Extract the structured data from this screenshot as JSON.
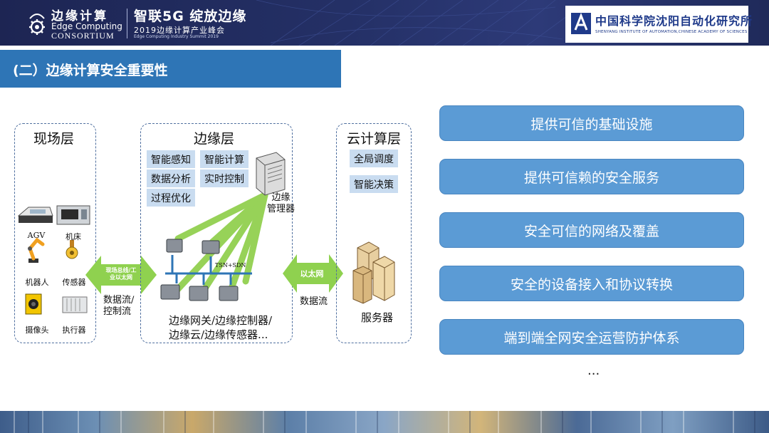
{
  "header": {
    "org_cn": "边缘计算",
    "org_en1": "Edge Computing",
    "org_en2": "CONSORTIUM",
    "slogan": "智联5G  绽放边缘",
    "summit_cn": "2019边缘计算产业峰会",
    "summit_en": "Edge Computing Industry Summit 2019",
    "institute_cn": "中国科学院沈阳自动化研究所",
    "institute_en": "SHENYANG INSTITUTE OF AUTOMATION,CHINESE ACADEMY OF SCIENCES"
  },
  "section_title": "(二）边缘计算安全重要性",
  "diagram": {
    "field_layer": {
      "title": "现场层",
      "devices": [
        "AGV",
        "机床",
        "机器人",
        "传感器",
        "摄像头",
        "执行器"
      ]
    },
    "edge_layer": {
      "title": "边缘层",
      "tags": [
        "智能感知",
        "智能计算",
        "数据分析",
        "实时控制",
        "过程优化"
      ],
      "manager_label_1": "边缘",
      "manager_label_2": "管理器",
      "tsn_label": "TSN+SDN",
      "caption_1": "边缘网关/边缘控制器/",
      "caption_2": "边缘云/边缘传感器..."
    },
    "cloud_layer": {
      "title": "云计算层",
      "tags": [
        "全局调度",
        "智能决策"
      ],
      "server_label": "服务器"
    },
    "left_arrow": {
      "label_1": "现场总线/工",
      "label_2": "业以太网",
      "flow_1": "数据流/",
      "flow_2": "控制流"
    },
    "right_arrow": {
      "label": "以太网",
      "flow": "数据流"
    }
  },
  "features": [
    "提供可信的基础设施",
    "提供可信赖的安全服务",
    "安全可信的网络及覆盖",
    "安全的设备接入和协议转换",
    "端到端全网安全运营防护体系"
  ],
  "ellipsis": "...",
  "colors": {
    "header_bg": "#243066",
    "title_bar": "#2e75b6",
    "pill": "#5b9bd5",
    "tag": "#c9dcf0",
    "arrow_green": "#8fd14f",
    "beam_green": "#92d050"
  }
}
